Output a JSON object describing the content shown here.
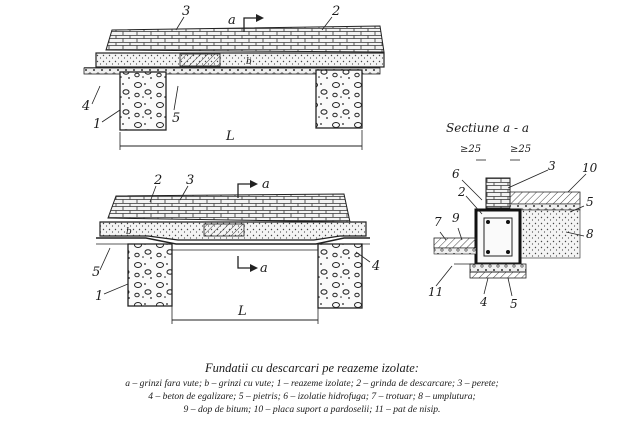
{
  "figure": {
    "labels": {
      "n1": "1",
      "n2": "2",
      "n3": "3",
      "n4": "4",
      "n5": "5",
      "n6": "6",
      "n7": "7",
      "n8": "8",
      "n9": "9",
      "n10": "10",
      "n11": "11",
      "a": "a",
      "b": "b",
      "L": "L",
      "section_title": "Sectiune a - a",
      "dim": "≥25"
    },
    "caption": {
      "title": "Fundatii cu descarcari pe reazeme izolate:",
      "line1": "a – grinzi fara vute; b – grinzi cu vute; 1 – reazeme izolate; 2 – grinda de descarcare; 3 – perete;",
      "line2": "4 – beton de egalizare; 5 – pietris; 6 – izolatie hidrofuga; 7 – trotuar; 8 – umplutura;",
      "line3": "9 – dop de bitum; 10 – placa suport a pardoselii; 11 – pat de nisip."
    }
  }
}
